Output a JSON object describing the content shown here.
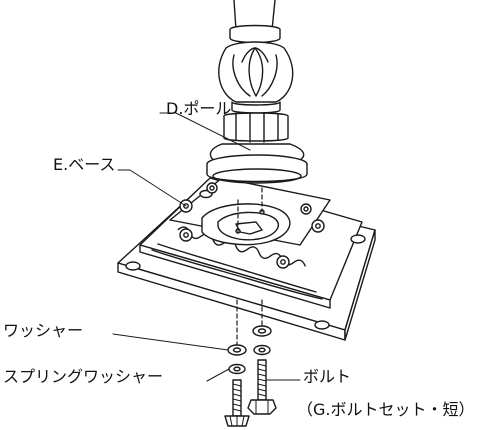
{
  "labels": {
    "pole": "D.ポール",
    "base": "E.ベース",
    "washer": "ワッシャー",
    "spring_washer": "スプリングワッシャー",
    "bolt": "ボルト",
    "bolt_set": "（G.ボルトセット・短）"
  },
  "colors": {
    "line": "#1a1a1a",
    "fill": "#ffffff"
  }
}
